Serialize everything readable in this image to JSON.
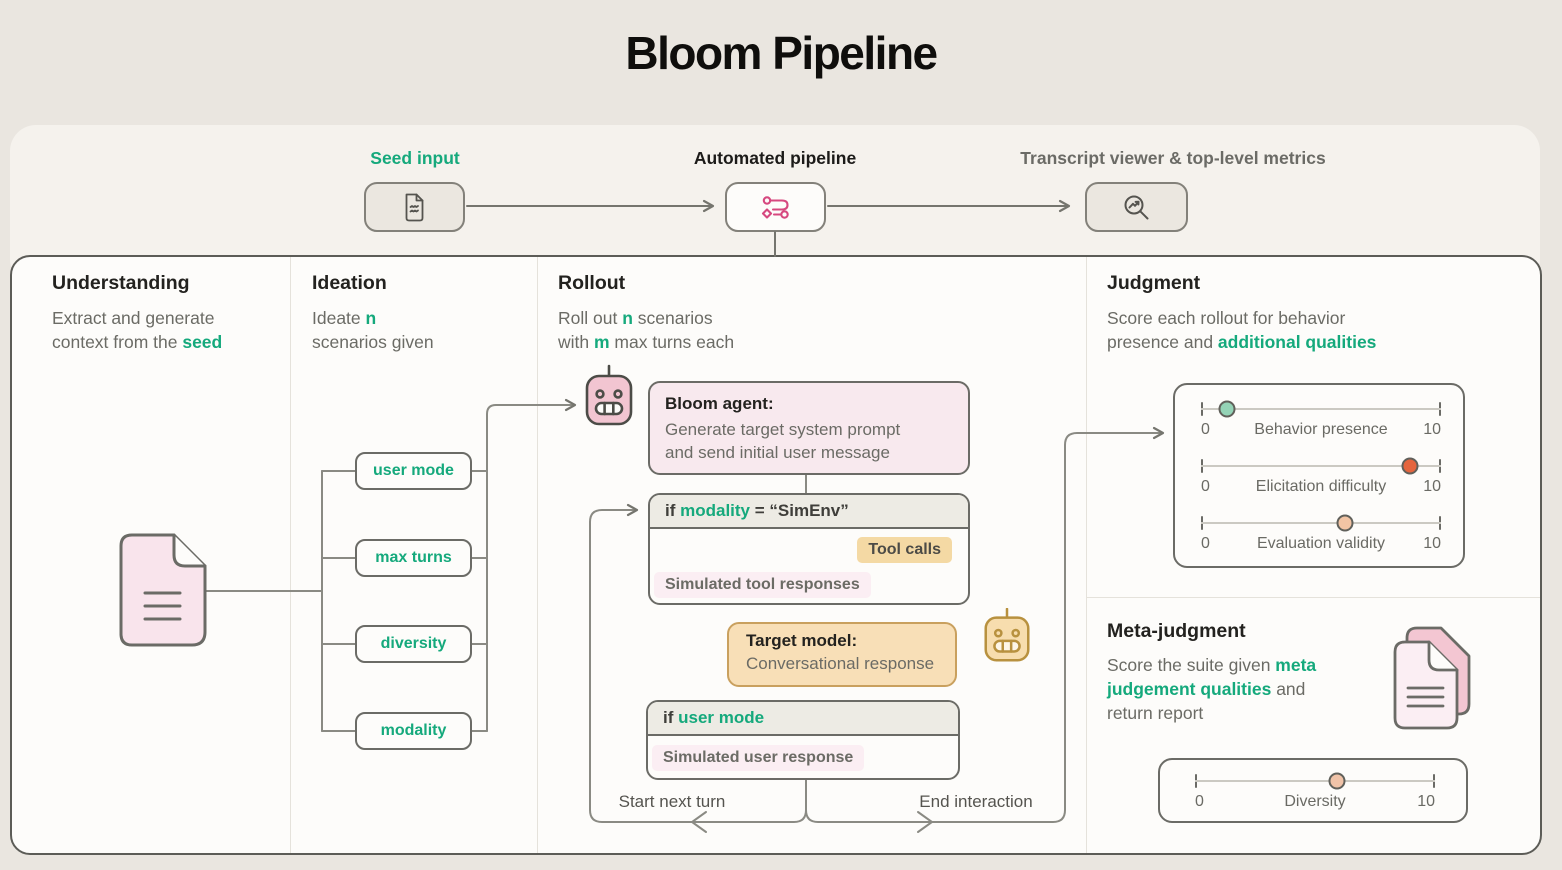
{
  "title": "Bloom Pipeline",
  "colors": {
    "green_accent": "#15a97c",
    "pink_accent": "#d6487f",
    "pink_fill": "#f8e9ee",
    "orange_fill": "#f8dfb7",
    "dot_teal": "#94d3b6",
    "dot_red_orange": "#e4653e",
    "dot_peach": "#f2c4a4"
  },
  "topbar": {
    "seed": {
      "label": "Seed input"
    },
    "pipeline": {
      "label": "Automated pipeline"
    },
    "viewer": {
      "label": "Transcript viewer & top-level metrics"
    }
  },
  "understanding": {
    "title": "Understanding",
    "l1": "Extract and generate",
    "l2a": "context from the ",
    "l2b": "seed"
  },
  "ideation": {
    "title": "Ideation",
    "l1a": "Ideate ",
    "l1b": "n",
    "l2": "scenarios given",
    "params": [
      "user mode",
      "max turns",
      "diversity",
      "modality"
    ]
  },
  "rollout": {
    "title": "Rollout",
    "l1a": "Roll out ",
    "l1b": "n",
    "l1c": " scenarios",
    "l2a": "with ",
    "l2b": "m",
    "l2c": " max turns each",
    "bloom_agent": {
      "title": "Bloom agent:",
      "body1": "Generate target system prompt",
      "body2": "and send initial user message"
    },
    "modality_branch": {
      "if1": "if ",
      "if2": "modality",
      "if3": " = “SimEnv”",
      "tool_calls": "Tool calls",
      "sim_tool": "Simulated tool responses"
    },
    "target_model": {
      "title": "Target model:",
      "body": "Conversational response"
    },
    "user_branch": {
      "if1": "if ",
      "if2": "user mode",
      "sim_user": "Simulated user response"
    },
    "loop": {
      "left": "Start next turn",
      "right": "End interaction"
    }
  },
  "judgment": {
    "title": "Judgment",
    "l1": "Score each rollout for behavior",
    "l2a": "presence and ",
    "l2b": "additional qualities",
    "sliders": [
      {
        "min": "0",
        "max": "10",
        "label": "Behavior presence",
        "dot_style": "left:11%;background:#94d3b6"
      },
      {
        "min": "0",
        "max": "10",
        "label": "Elicitation difficulty",
        "dot_style": "left:87%;background:#e4653e"
      },
      {
        "min": "0",
        "max": "10",
        "label": "Evaluation validity",
        "dot_style": "left:60%;background:#f2c4a4"
      }
    ]
  },
  "meta": {
    "title": "Meta-judgment",
    "l1a": "Score the suite given ",
    "l1b": "meta",
    "l2a": "judgement qualities",
    "l2b": " and",
    "l3": "return report",
    "slider": {
      "min": "0",
      "max": "10",
      "label": "Diversity",
      "dot_style": "left:59%;background:#f0c3a8"
    }
  }
}
